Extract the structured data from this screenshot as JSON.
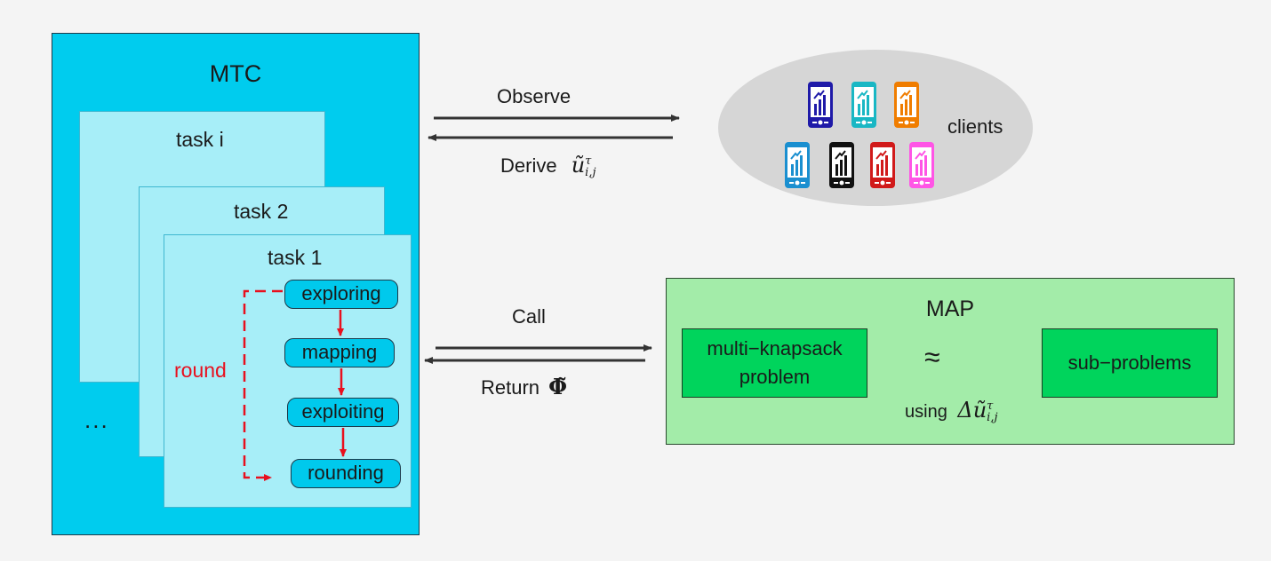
{
  "mtc": {
    "title": "MTC",
    "tasks": [
      "task i",
      "task 2",
      "task 1"
    ],
    "steps": [
      "exploring",
      "mapping",
      "exploiting",
      "rounding"
    ],
    "round_label": "round",
    "ellipsis": "..."
  },
  "arrows": {
    "observe": "Observe",
    "derive": "Derive",
    "derive_math": "ũ",
    "derive_sup": "τ",
    "derive_sub": "i,j",
    "call": "Call",
    "return": "Return",
    "return_math": "Φ̃"
  },
  "clients": {
    "label": "clients",
    "phone_colors": [
      "#1f1aa8",
      "#19b7c4",
      "#f07d00",
      "#1a8fd0",
      "#111111",
      "#d11a1a",
      "#ff55e6"
    ]
  },
  "map": {
    "title": "MAP",
    "left_box": [
      "multi−knapsack",
      "problem"
    ],
    "right_box": "sub−problems",
    "approx": "≈",
    "using_text": "using",
    "using_math": "Δũ",
    "using_sup": "τ",
    "using_sub": "i,j"
  },
  "colors": {
    "mtc_fill": "#00ccee",
    "task_fill": "#a7eef8",
    "step_fill": "#00c9ec",
    "round_red": "#e8101e",
    "map_fill": "#a3eca9",
    "green_box_fill": "#00d45c",
    "client_ellipse": "#d6d6d6"
  }
}
